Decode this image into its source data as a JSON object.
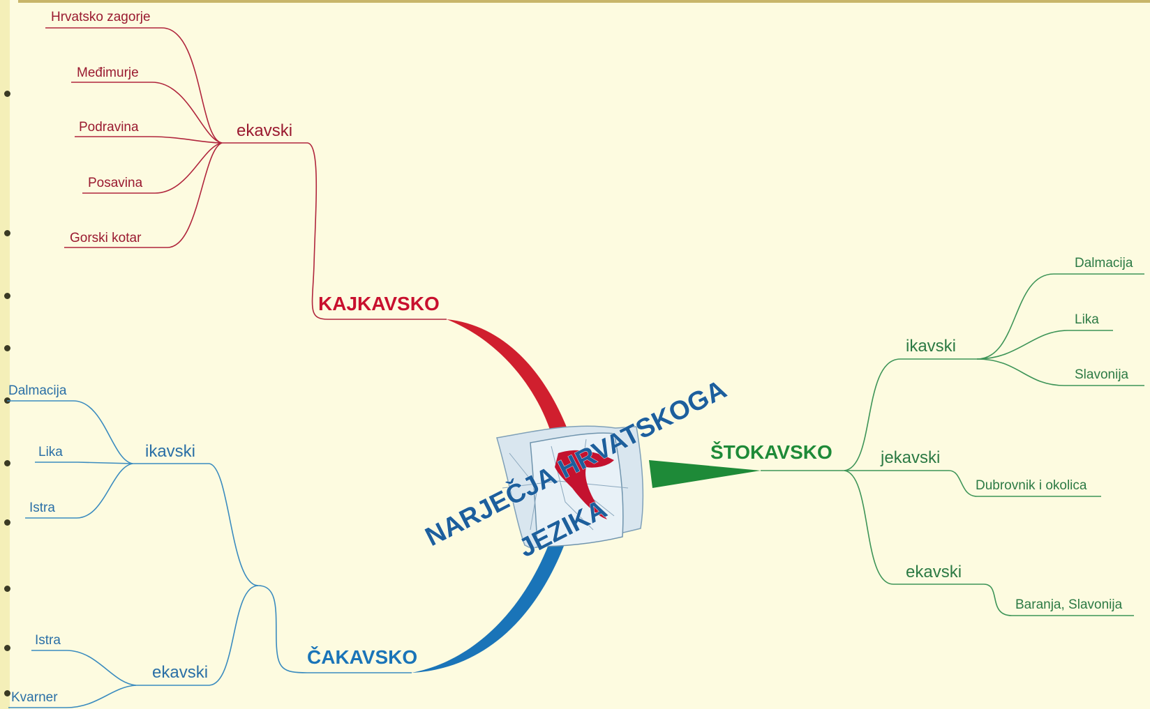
{
  "diagram": {
    "center": {
      "line1": "NARJEČJA HRVATSKOGA",
      "line2": "JEZIKA"
    },
    "kajkavsko": {
      "label": "KAJKAVSKO",
      "color": "#c8102e",
      "ekavski": {
        "label": "ekavski",
        "regions": [
          "Hrvatsko zagorje",
          "Međimurje",
          "Podravina",
          "Posavina",
          "Gorski kotar"
        ]
      }
    },
    "cakavsko": {
      "label": "ČAKAVSKO",
      "color": "#1a74b8",
      "ikavski": {
        "label": "ikavski",
        "regions": [
          "Dalmacija",
          "Lika",
          "Istra"
        ]
      },
      "ekavski": {
        "label": "ekavski",
        "regions": [
          "Istra",
          "Kvarner"
        ]
      }
    },
    "stokavsko": {
      "label": "ŠTOKAVSKO",
      "color": "#1e8a38",
      "ikavski": {
        "label": "ikavski",
        "regions": [
          "Dalmacija",
          "Lika",
          "Slavonija"
        ]
      },
      "jekavski": {
        "label": "jekavski",
        "regions": [
          "Dubrovnik i okolica"
        ]
      },
      "ekavski": {
        "label": "ekavski",
        "regions": [
          "Baranja, Slavonija"
        ]
      }
    }
  }
}
